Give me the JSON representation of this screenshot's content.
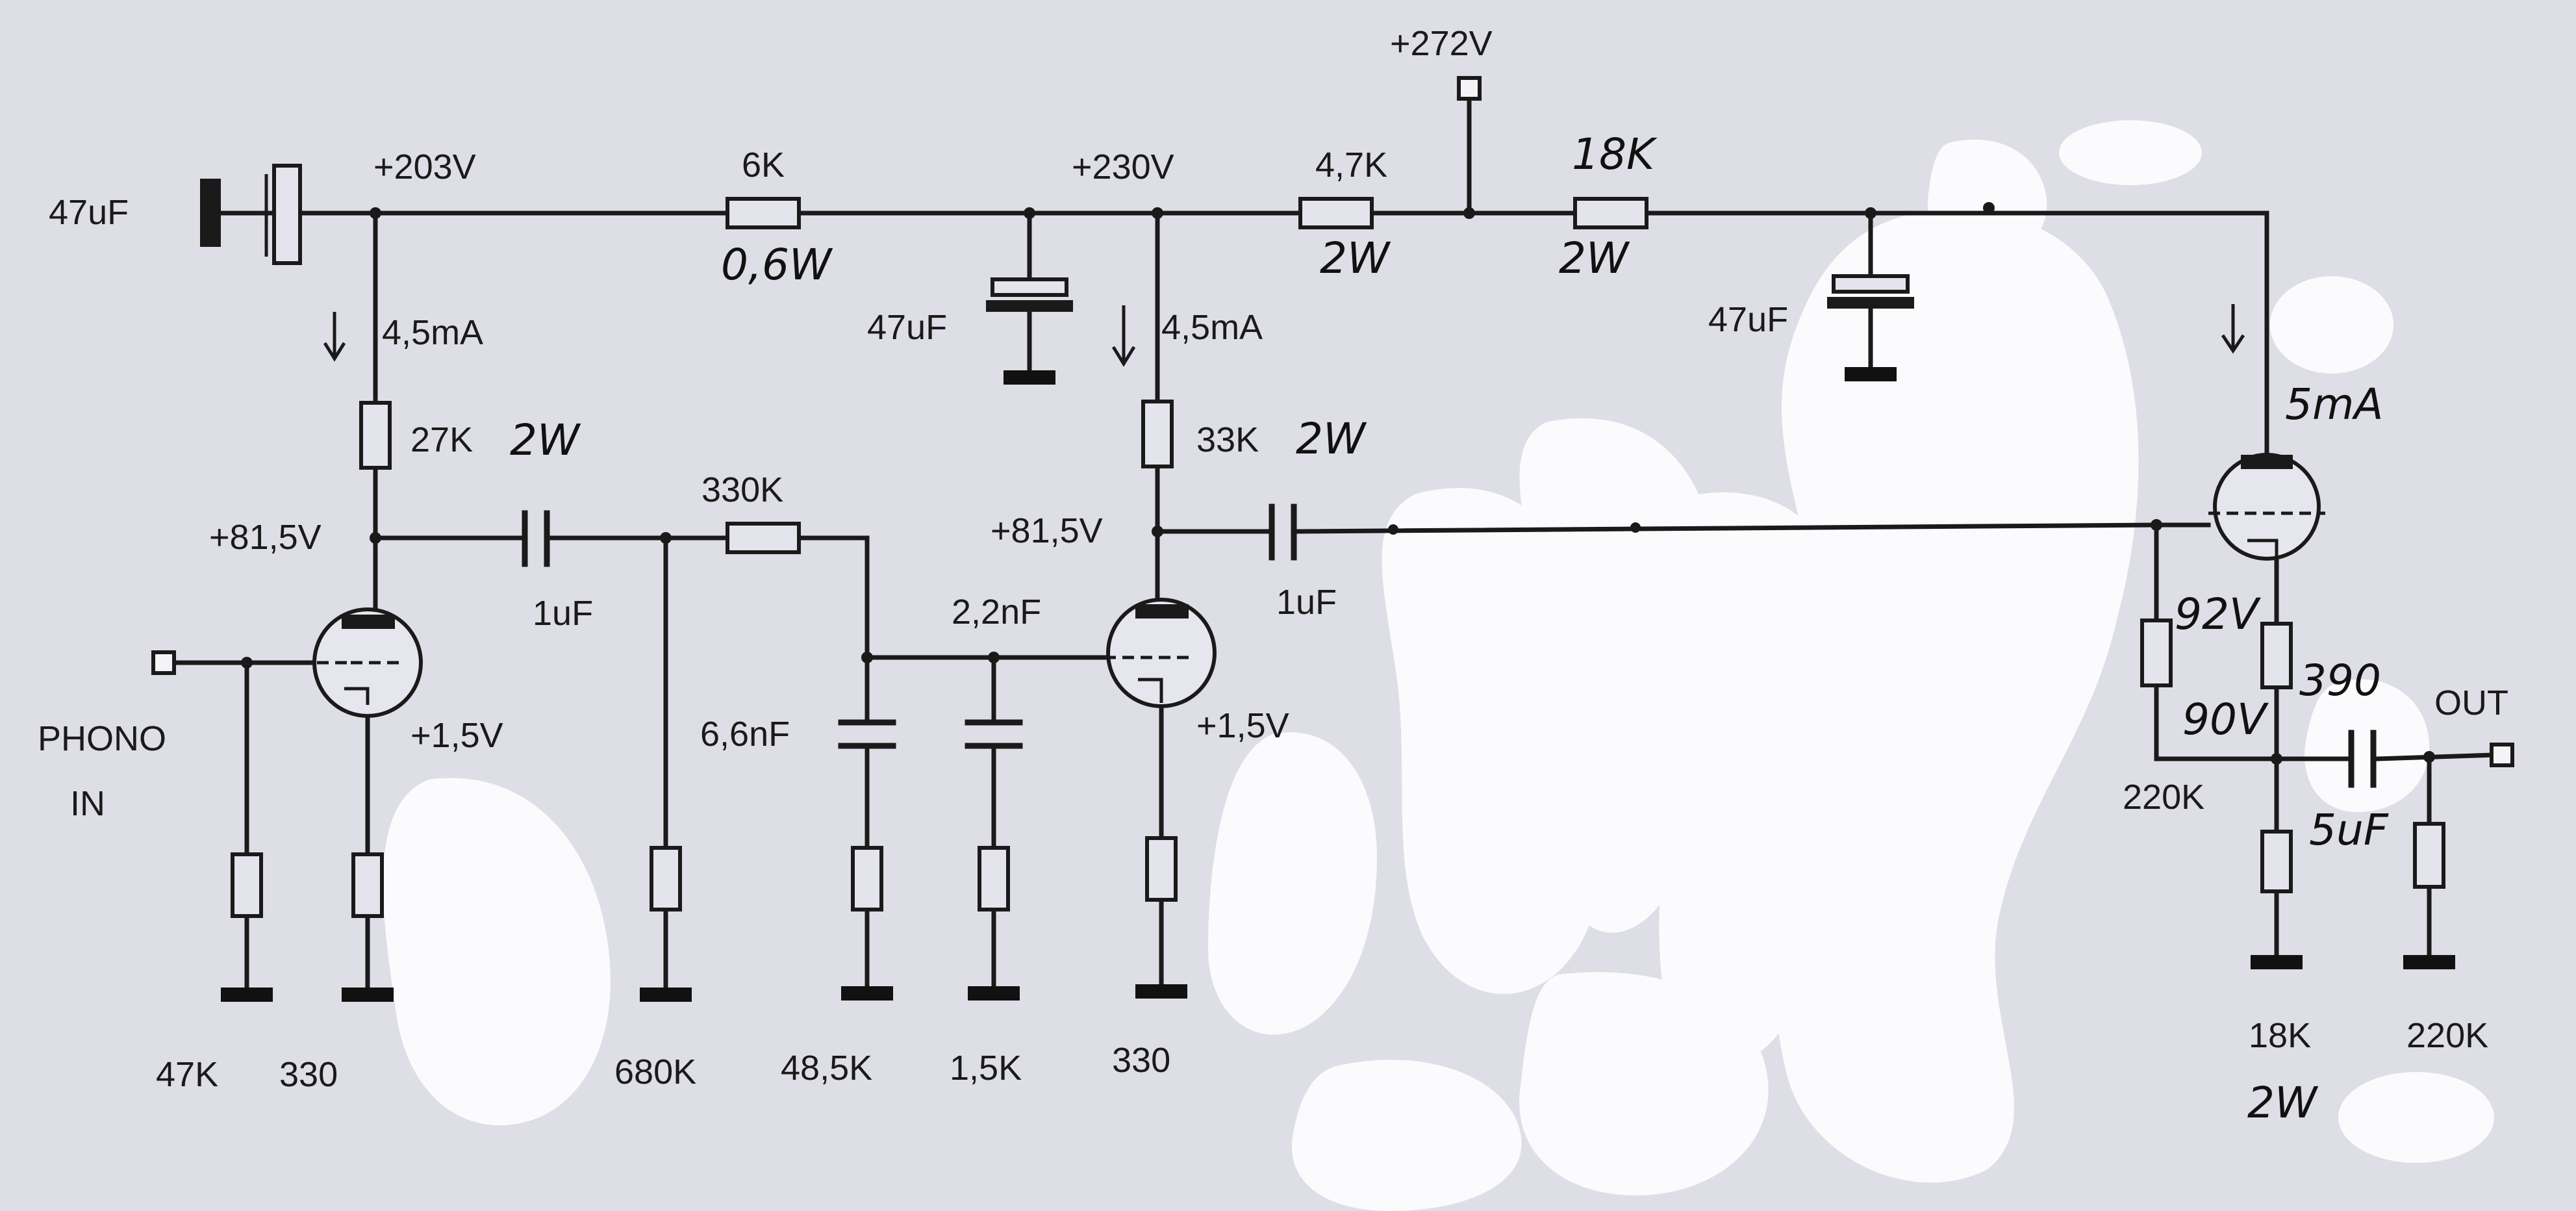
{
  "supply": {
    "top": "+272V",
    "node1": "+203V",
    "node2": "+230V"
  },
  "input": {
    "cap": "47uF",
    "label_line1": "PHONO",
    "label_line2": "IN"
  },
  "series_resistors": {
    "r1": {
      "value": "6K",
      "power": "0,6W"
    },
    "r2": {
      "value": "4,7K",
      "power": "2W"
    },
    "r3": {
      "value": "18K",
      "power": "2W"
    }
  },
  "decoupling": {
    "c1": "47uF",
    "c2": "47uF"
  },
  "stage1": {
    "current": "4,5mA",
    "anode_r": "27K",
    "anode_r_power": "2W",
    "anode_v": "+81,5V",
    "cathode_v": "+1,5V",
    "grid_r": "47K",
    "cathode_r": "330",
    "coupling_cap": "1uF"
  },
  "riaa": {
    "grid_r": "680K",
    "series_r": "330K",
    "c1": "6,6nF",
    "c2": "2,2nF",
    "r1": "48,5K",
    "r2": "1,5K"
  },
  "stage2": {
    "current": "4,5mA",
    "anode_r": "33K",
    "anode_r_power": "2W",
    "anode_v": "+81,5V",
    "cathode_v": "+1,5V",
    "cathode_r": "330",
    "coupling_cap": "1uF"
  },
  "stage3": {
    "current": "5mA",
    "grid_r": "220K",
    "cathode_v": "92V",
    "cathode_r": "390",
    "out_v": "90V",
    "load_r": "18K",
    "load_r_power": "2W",
    "out_cap": "5uF",
    "out_r": "220K",
    "out_label": "OUT"
  },
  "colors": {
    "background": "#dedee6",
    "ink": "#1a1a1a",
    "paint": "#fbfbfd"
  }
}
